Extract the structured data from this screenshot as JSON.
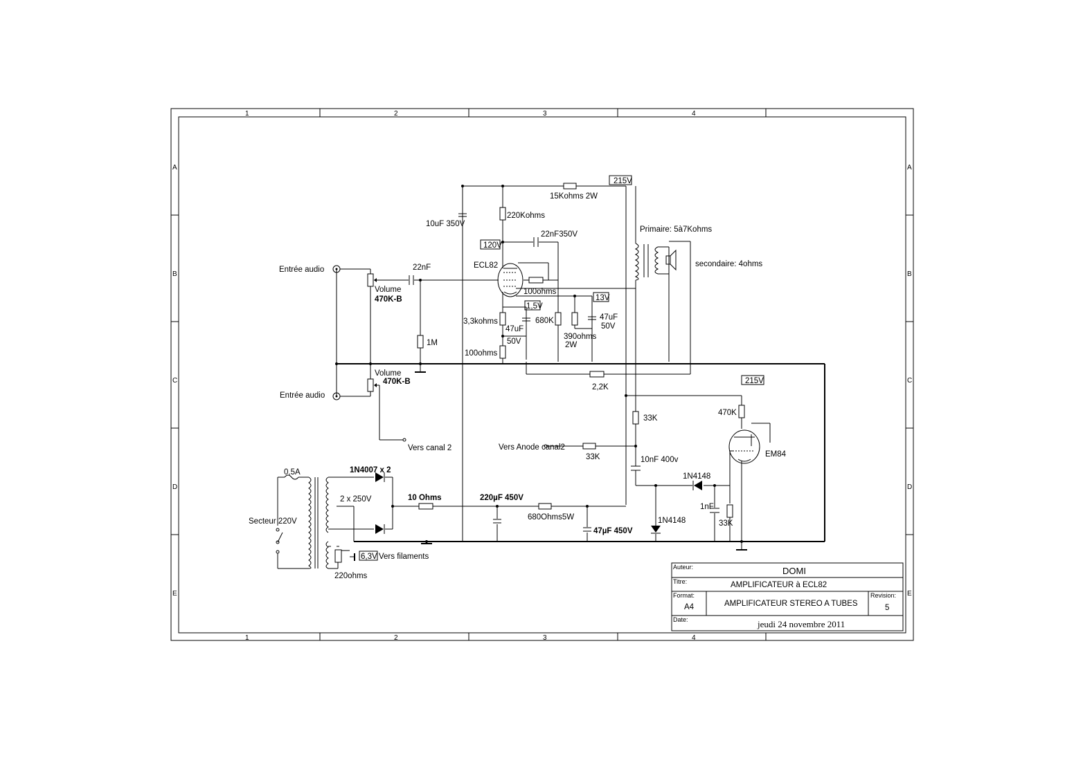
{
  "frame": {
    "columns": [
      "1",
      "2",
      "3",
      "4"
    ],
    "rows": [
      "A",
      "B",
      "C",
      "D",
      "E"
    ]
  },
  "labels": {
    "entree_audio_1": "Entrée audio",
    "entree_audio_2": "Entrée audio",
    "volume_1": "Volume",
    "pot_1": "470K-B",
    "volume_2": "Volume",
    "pot_2": "470K-B",
    "c_22nf": "22nF",
    "r_1m": "1M",
    "vers_canal2": "Vers canal 2",
    "c_10uf": "10uF 350V",
    "r_220k": "220Kohms",
    "v_120": "120V",
    "c_22nf350": "22nF350V",
    "tube_ecl82": "ECL82",
    "r_100ohms_top": "100ohms",
    "v_1_5": "1,5V",
    "r_3_3k": "3,3kohms",
    "c_47uf": "47uF",
    "c_50v": "50V",
    "r_680k": "680K",
    "r_390": "390ohms",
    "r_390_2w": "2W",
    "v_13": "13V",
    "c_47uf_b": "47uF",
    "c_47uf_b_v": "50V",
    "r_100ohms_bot": "100ohms",
    "r_15k": "15Kohms 2W",
    "v_215_top": "215V",
    "primaire": "Primaire: 5à7Kohms",
    "secondaire": "secondaire: 4ohms",
    "r_2_2k": "2,2K",
    "r_33k_a": "33K",
    "vers_anode": "Vers Anode canal2",
    "r_33k_b": "33K",
    "c_10nf": "10nF 400v",
    "d_1n4148_a": "1N4148",
    "d_1n4148_b": "1N4148",
    "c_1nf": "1nF",
    "r_33k_c": "33K",
    "r_470k": "470K",
    "v_215_right": "215V",
    "tube_em84": "EM84",
    "fuse": "0,5A",
    "secteur": "Secteur 220V",
    "sec_2x250": "2 x 250V",
    "diodes": "1N4007 x 2",
    "r_10ohms": "10 Ohms",
    "c_220uf": "220µF 450V",
    "r_680_5w": "680Ohms5W",
    "c_47uf_450": "47µF 450V",
    "v_6_3": "6,3V",
    "vers_filaments": "Vers filaments",
    "r_220ohms": "220ohms"
  },
  "title_block": {
    "auteur_label": "Auteur:",
    "auteur": "DOMI",
    "titre_label": "Titre:",
    "titre": "AMPLIFICATEUR à ECL82",
    "format_label": "Format:",
    "format": "A4",
    "description": "AMPLIFICATEUR STEREO A TUBES",
    "revision_label": "Revision:",
    "revision": "5",
    "date_label": "Date:",
    "date": "jeudi 24 novembre 2011"
  }
}
